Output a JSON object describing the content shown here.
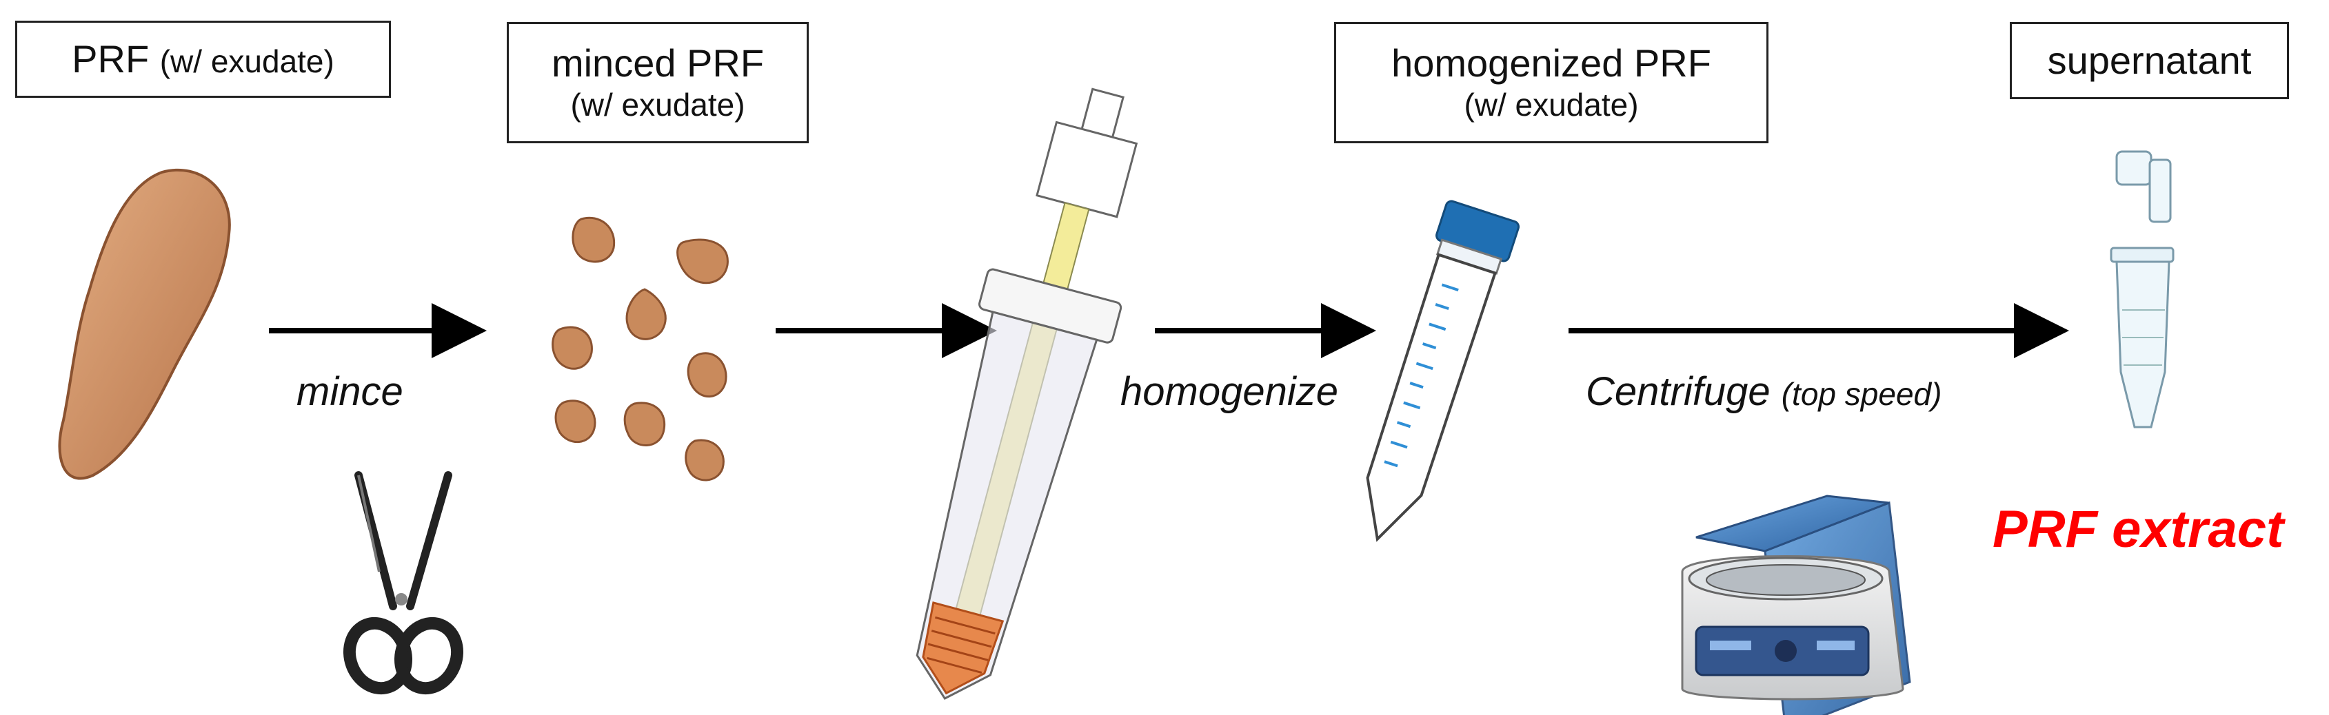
{
  "stages": {
    "prf": {
      "label": "PRF",
      "note": "(w/  exudate)"
    },
    "minced": {
      "label": "minced PRF",
      "note": "(w/  exudate)"
    },
    "homogenized": {
      "label": "homogenized PRF",
      "note": "(w/  exudate)"
    },
    "supernatant": {
      "label": "supernatant"
    }
  },
  "steps": {
    "mince": "mince",
    "homogenize": "homogenize",
    "centrifuge": "Centrifuge",
    "centrifuge_note": "(top speed)"
  },
  "result": {
    "label": "PRF extract",
    "color": "#ff0000"
  },
  "colors": {
    "tissue": "#c98a5c",
    "tissue_edge": "#8a5230",
    "arrow": "#000000",
    "cap": "#1f6fb3",
    "scale": "#2f8fd6",
    "homogenizer_rod": "#f3ec9a",
    "centrifuge_lid": "#4a86c9"
  },
  "icons": [
    "scissors-icon",
    "homogenizer-icon",
    "conical-tube-icon",
    "centrifuge-icon",
    "microtube-icon"
  ]
}
